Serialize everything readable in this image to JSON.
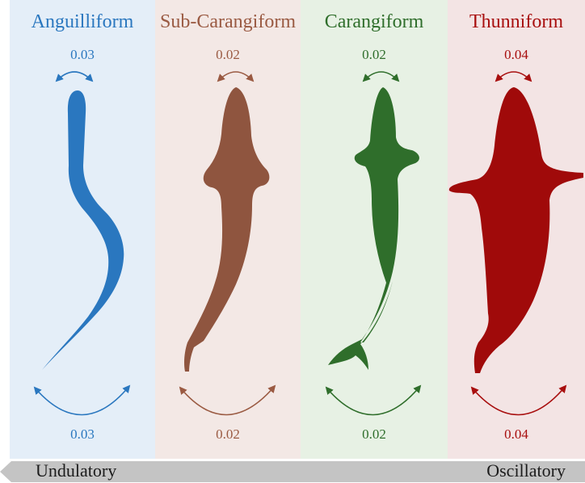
{
  "panels": [
    {
      "name": "Anguilliform",
      "head_amp": "0.03",
      "tail_amp": "0.03",
      "color": "#2a77bf",
      "bg": "#e4eef8"
    },
    {
      "name": "Sub-Carangiform",
      "head_amp": "0.02",
      "tail_amp": "0.02",
      "color": "#9a5a42",
      "bg": "#f3e8e5"
    },
    {
      "name": "Carangiform",
      "head_amp": "0.02",
      "tail_amp": "0.02",
      "color": "#2f6e2b",
      "bg": "#e7f1e4"
    },
    {
      "name": "Thunniform",
      "head_amp": "0.04",
      "tail_amp": "0.04",
      "color": "#a80e0e",
      "bg": "#f3e4e4"
    }
  ],
  "axis": {
    "left_label": "Undulatory",
    "right_label": "Oscillatory",
    "bar_color": "#c4c4c4"
  }
}
